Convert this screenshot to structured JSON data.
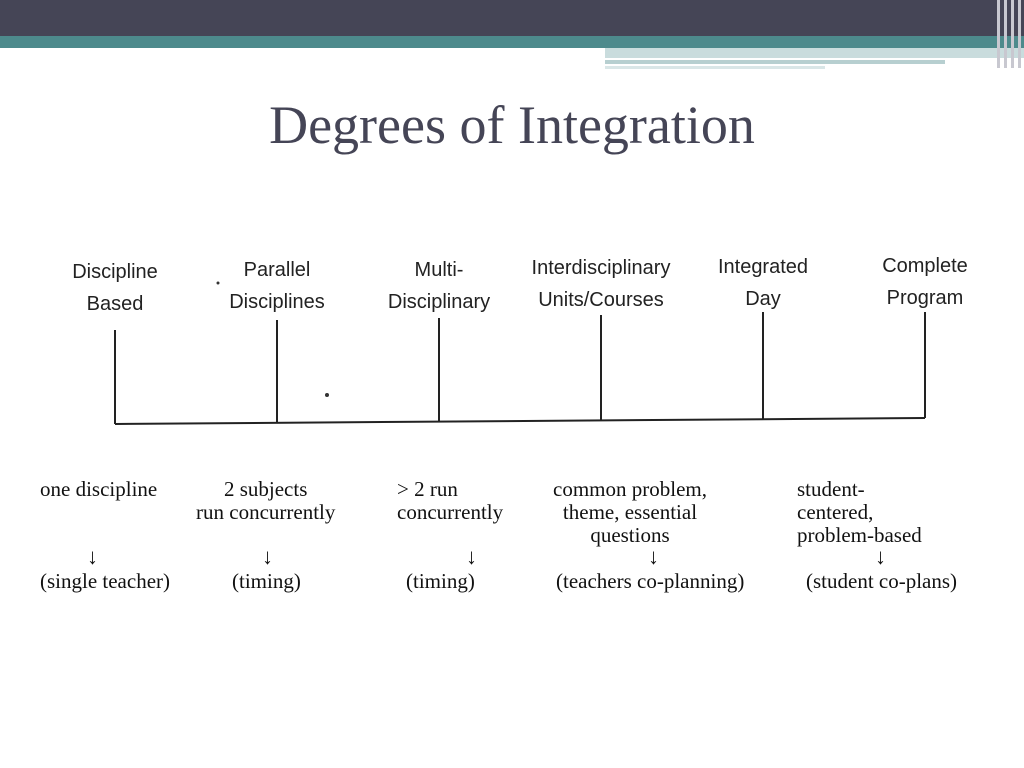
{
  "slide": {
    "title": "Degrees of Integration"
  },
  "continuum": {
    "stages": [
      {
        "label_line1": "Discipline",
        "label_line2": "Based"
      },
      {
        "label_line1": "Parallel",
        "label_line2": "Disciplines"
      },
      {
        "label_line1": "Multi-",
        "label_line2": "Disciplinary"
      },
      {
        "label_line1": "Interdisciplinary",
        "label_line2": "Units/Courses"
      },
      {
        "label_line1": "Integrated",
        "label_line2": "Day"
      },
      {
        "label_line1": "Complete",
        "label_line2": "Program"
      }
    ]
  },
  "descriptions": [
    {
      "text": "one discipline",
      "arrow": "↓",
      "role": "(single teacher)"
    },
    {
      "text": "2 subjects\nrun concurrently",
      "arrow": "↓",
      "role": "(timing)"
    },
    {
      "text": "> 2 run\nconcurrently",
      "arrow": "↓",
      "role": "(timing)"
    },
    {
      "text": "common problem,\ntheme, essential\nquestions",
      "arrow": "↓",
      "role": "(teachers co-planning)"
    },
    {
      "text": "student-\ncentered,\nproblem-based",
      "arrow": "↓",
      "role": "(student co-plans)"
    }
  ],
  "colors": {
    "header_dark": "#454556",
    "header_teal": "#4d8a8c",
    "title": "#454556"
  }
}
